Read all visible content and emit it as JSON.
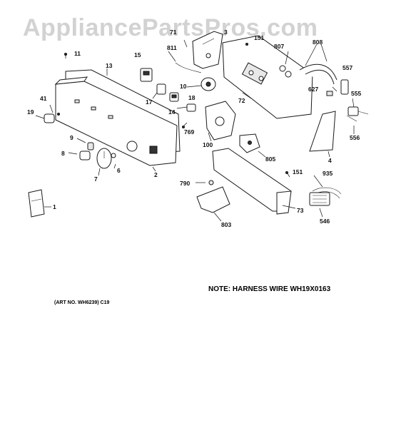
{
  "watermark": "AppliancePartsPros.com",
  "note": "NOTE: HARNESS WIRE WH19X0163",
  "art_number": "(ART NO. WH6239) C19",
  "callouts": {
    "c11": "11",
    "c13": "13",
    "c15": "15",
    "c71": "71",
    "c811": "811",
    "c151a": "151",
    "c807": "807",
    "c808": "808",
    "c557": "557",
    "c41": "41",
    "c19": "19",
    "c10": "10",
    "c17": "17",
    "c18": "18",
    "c14": "14",
    "c72": "72",
    "c627": "627",
    "c555": "555",
    "c556": "556",
    "c769": "769",
    "c100": "100",
    "c9": "9",
    "c8": "8",
    "c6": "6",
    "c7": "7",
    "c2": "2",
    "c805": "805",
    "c4": "4",
    "c151b": "151",
    "c935": "935",
    "c790": "790",
    "c73": "73",
    "c546": "546",
    "c803": "803",
    "c1": "1",
    "c3": "3"
  }
}
